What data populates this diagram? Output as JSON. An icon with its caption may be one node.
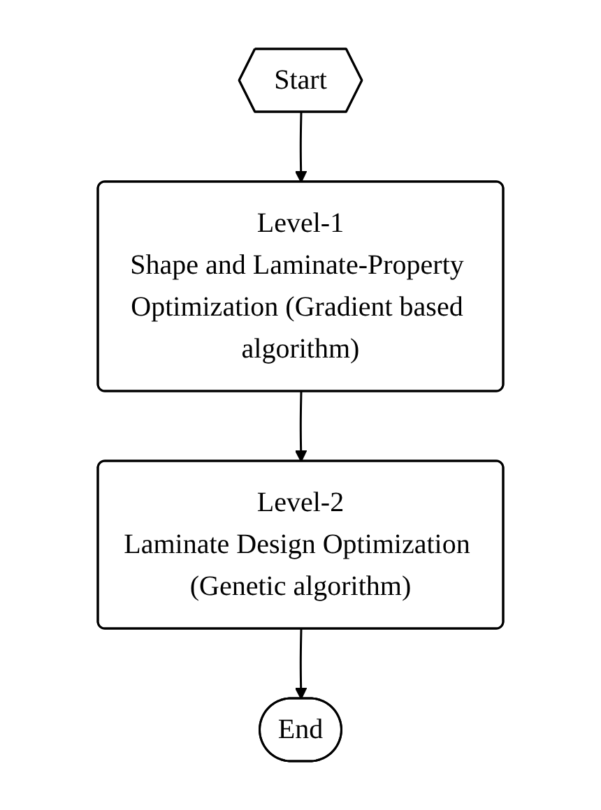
{
  "diagram": {
    "nodes": [
      {
        "text": [
          "Start"
        ]
      },
      {
        "text": [
          "Level-1",
          "Shape and Laminate-Property Optimization (Gradient based algorithm)"
        ]
      },
      {
        "text": [
          "Level-2",
          "Laminate Design Optimization (Genetic algorithm)"
        ]
      },
      {
        "text": [
          "End"
        ]
      }
    ],
    "edges": [
      {
        "from": 0,
        "to": 1,
        "arrow": "to"
      },
      {
        "from": 1,
        "to": 2,
        "arrow": "to"
      },
      {
        "from": 2,
        "to": 3,
        "arrow": "to"
      }
    ]
  }
}
